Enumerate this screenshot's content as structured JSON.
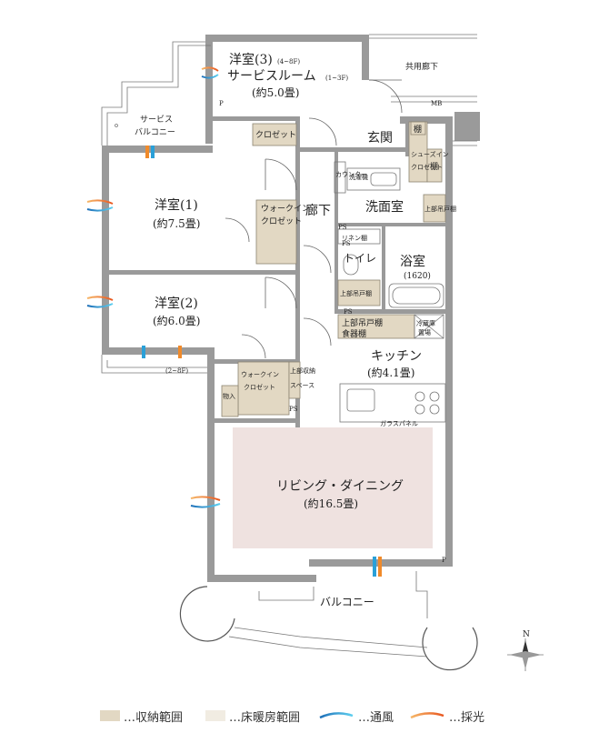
{
  "rooms": {
    "western3_title": "洋室(3)",
    "western3_floor_note": "(4~8F)",
    "service_room": "サービスルーム",
    "service_room_floor_note": "(1~3F)",
    "western3_size": "(約5.0畳)",
    "western1_title": "洋室(1)",
    "western1_size": "(約7.5畳)",
    "western2_title": "洋室(2)",
    "western2_size": "(約6.0畳)",
    "living": "リビング・ダイニング",
    "living_size": "(約16.5畳)",
    "kitchen": "キッチン",
    "kitchen_size": "(約4.1畳)",
    "bathroom": "浴室",
    "bathroom_size": "(1620)",
    "washroom": "洗面室",
    "toilet": "トイレ",
    "hallway": "廊下",
    "entrance": "玄関",
    "service_balcony_1": "サービス",
    "service_balcony_2": "バルコニー",
    "balcony": "バルコニー",
    "common_corridor": "共用廊下"
  },
  "storage": {
    "closet_w3": "クロゼット",
    "walkin_1": "ウォークイン",
    "walkin_2": "クロゼット",
    "walkin_lower_1": "ウォークイン",
    "walkin_lower_2": "クロゼット",
    "shoes_1": "シューズイン",
    "shoes_2": "クロゼット",
    "shelf_top": "棚",
    "shelf_side": "棚",
    "storeroom": "物入",
    "upper_cabinet_kitchen": "上部吊戸棚",
    "dish_cabinet": "食器棚",
    "upper_cabinet_toilet": "上部吊戸棚",
    "linen": "リネン棚",
    "washer": "洗濯機",
    "upper_cabinet_wash": "上部吊戸棚",
    "counter": "カウンター",
    "shoe_counter": "上部収納",
    "space": "スペース",
    "fridge_1": "冷蔵庫",
    "fridge_2": "置場",
    "glass_panel": "ガラスパネル"
  },
  "marks": {
    "ps1": "PS",
    "ps2": "PS",
    "ps3": "PS",
    "ps4": "PS",
    "p1": "P",
    "p2": "P",
    "mb": "MB",
    "floor_range": "(2~8F)",
    "north": "N"
  },
  "legend": {
    "storage": "…収納範囲",
    "heating": "…床暖房範囲",
    "ventilation": "…通風",
    "daylight": "…採光"
  },
  "colors": {
    "storage": "#e2d8c3",
    "heating": "#efe2e0",
    "ventilation": "#2aa0d8",
    "daylight": "#f08a2a"
  }
}
